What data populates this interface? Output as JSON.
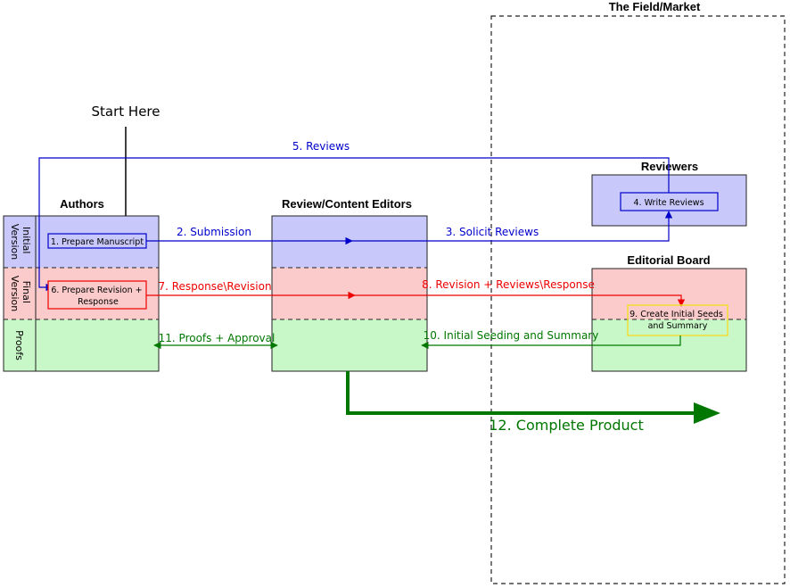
{
  "regions": {
    "field_market": "The Field/Market"
  },
  "start_label": "Start Here",
  "groups": {
    "authors": "Authors",
    "editors": "Review/Content Editors",
    "reviewers": "Reviewers",
    "board": "Editorial Board"
  },
  "rows": {
    "initial": [
      "Initial",
      "Version"
    ],
    "final": [
      "Final",
      "Version"
    ],
    "proofs": "Proofs"
  },
  "steps": {
    "s1": "1. Prepare Manuscript",
    "s2": "2. Submission",
    "s3": "3. Solicit Reviews",
    "s4": "4. Write Reviews",
    "s5": "5. Reviews",
    "s6": [
      "6. Prepare Revision +",
      "Response"
    ],
    "s7": "7. Response\\Revision",
    "s8": "8. Revision + Reviews\\Response",
    "s9": [
      "9. Create Initial Seeds",
      "and Summary"
    ],
    "s10": "10. Initial Seeding and Summary",
    "s11": "11. Proofs + Approval",
    "s12": "12. Complete Product"
  },
  "colors": {
    "blue": "#0000cc",
    "red": "#ee0000",
    "green": "#007700",
    "blue_fill": "#c8c8fa",
    "red_fill": "#fbcaca",
    "green_fill": "#c8f8c8",
    "yellow": "#f0e030"
  }
}
